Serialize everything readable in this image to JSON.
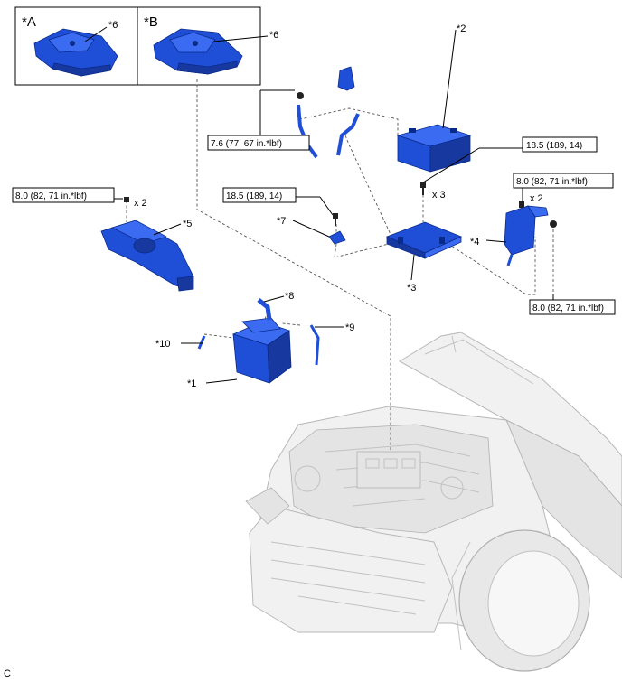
{
  "figure": {
    "inset_a_label": "*A",
    "inset_b_label": "*B",
    "footer_code": "C",
    "parts": {
      "p1": "*1",
      "p2": "*2",
      "p3": "*3",
      "p4": "*4",
      "p5": "*5",
      "p6a": "*6",
      "p6b": "*6",
      "p7": "*7",
      "p8": "*8",
      "p9": "*9",
      "p10": "*10"
    },
    "torques": {
      "t_cable": "7.6 (77, 67 in.*lbf)",
      "t_tray_top": "18.5 (189, 14)",
      "t_clamp": "18.5 (189, 14)",
      "t_ecu_top": "8.0 (82, 71 in.*lbf)",
      "t_inlet": "8.0 (82, 71 in.*lbf)",
      "t_ecu_bottom": "8.0 (82, 71 in.*lbf)"
    },
    "quantities": {
      "q_inlet": "x 2",
      "q_tray": "x 3",
      "q_ecu": "x 2"
    }
  }
}
